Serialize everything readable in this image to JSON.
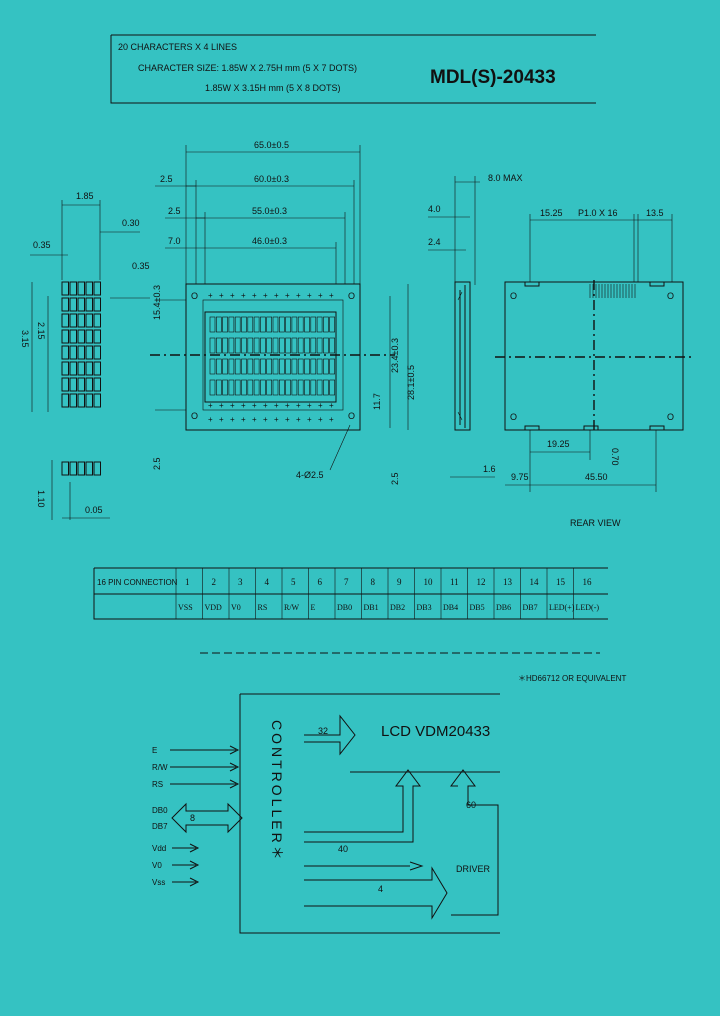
{
  "header": {
    "line1": "20 CHARACTERS X 4 LINES",
    "line2": "CHARACTER SIZE: 1.85W X 2.75H mm (5 X 7 DOTS)",
    "line3": "1.85W X 3.15H mm (5 X 8 DOTS)",
    "model": "MDL(S)-20433"
  },
  "dims": {
    "char_w": "1.85",
    "gap_a": "0.30",
    "gap_b": "0.35",
    "gap_c": "0.35",
    "char_h_a": "3.15",
    "char_h_b": "2.15",
    "char_h_c": "1.10",
    "dot_gap": "0.05",
    "outline_w": "65.0±0.5",
    "bezel_w": "60.0±0.3",
    "view_w": "55.0±0.3",
    "active_w": "46.0±0.3",
    "left_a": "2.5",
    "left_b": "2.5",
    "left_c": "7.0",
    "height_a": "15.4±0.3",
    "height_b": "23.4±0.3",
    "height_c": "28.1±0.5",
    "pin_offset": "11.7",
    "hole": "4-Ø2.5",
    "bottom_a": "2.5",
    "bottom_b": "2.5",
    "side_max": "8.0 MAX",
    "side_a": "4.0",
    "side_b": "2.4",
    "side_c": "1.6",
    "rear_a": "15.25",
    "rear_pitch": "P1.0 X 16",
    "rear_b": "13.5",
    "rear_c": "19.25",
    "rear_d": "9.75",
    "rear_e": "45.50",
    "rear_f": "0.70",
    "rear_label": "REAR VIEW"
  },
  "pins": {
    "title": "16 PIN CONNECTION",
    "numbers": [
      "1",
      "2",
      "3",
      "4",
      "5",
      "6",
      "7",
      "8",
      "9",
      "10",
      "11",
      "12",
      "13",
      "14",
      "15",
      "16"
    ],
    "names": [
      "VSS",
      "VDD",
      "V0",
      "RS",
      "R/W",
      "E",
      "DB0",
      "DB1",
      "DB2",
      "DB3",
      "DB4",
      "DB5",
      "DB6",
      "DB7",
      "LED(+)",
      "LED(-)"
    ]
  },
  "block": {
    "note": "＊HD66712 OR EQUIVALENT",
    "controller": "CONTROLLER＊",
    "lcd": "LCD VDM20433",
    "driver": "DRIVER",
    "bus_32": "32",
    "bus_60": "60",
    "bus_40": "40",
    "bus_4": "4",
    "bus_8": "8",
    "inputs": [
      "E",
      "R/W",
      "RS"
    ],
    "data_in_top": "DB0",
    "data_in_bot": "DB7",
    "power": [
      "Vdd",
      "V0",
      "Vss"
    ]
  }
}
